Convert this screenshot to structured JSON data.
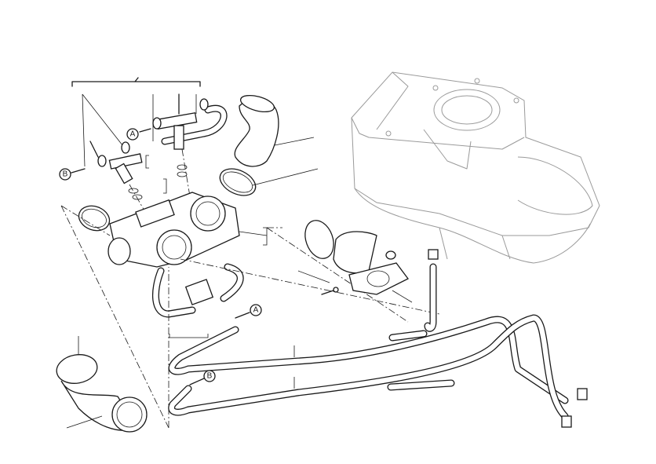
{
  "diagram": {
    "callouts": [
      {
        "id": "callout-a-top",
        "label": "A"
      },
      {
        "id": "callout-b-top",
        "label": "B"
      },
      {
        "id": "callout-a-bottom",
        "label": "A"
      },
      {
        "id": "callout-b-bottom",
        "label": "B"
      }
    ]
  }
}
